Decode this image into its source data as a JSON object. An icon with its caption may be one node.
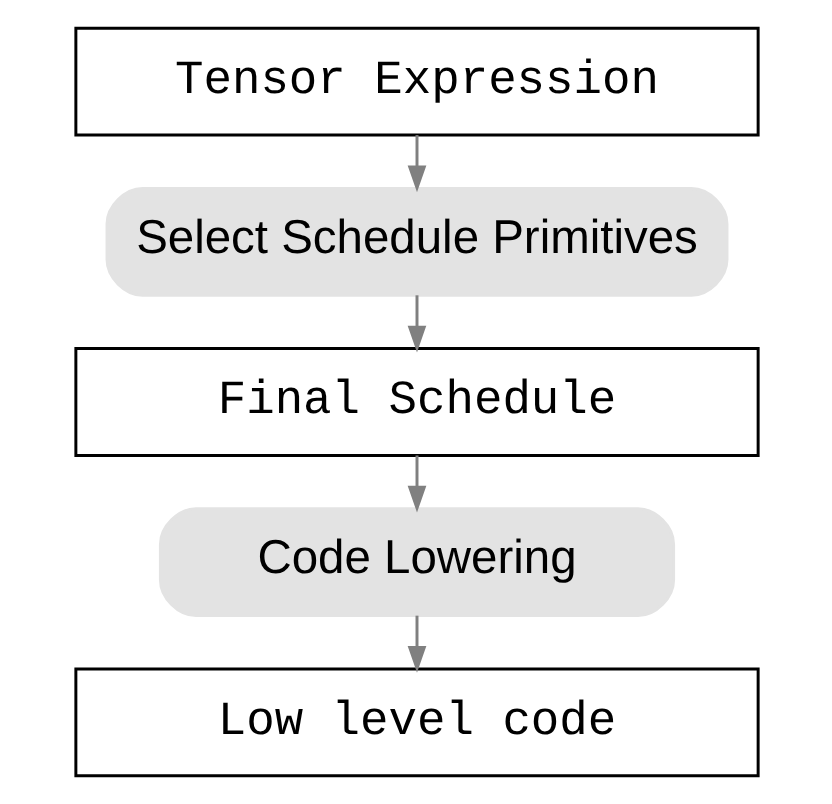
{
  "diagram": {
    "nodes": [
      {
        "text": [
          "Tensor Expression"
        ]
      },
      {
        "text": [
          "Select Schedule Primitives"
        ]
      },
      {
        "text": [
          "Final Schedule"
        ]
      },
      {
        "text": [
          "Code Lowering"
        ]
      },
      {
        "text": [
          "Low level code"
        ]
      }
    ],
    "edges": [
      {
        "from": 0,
        "to": 1,
        "arrow": "to"
      },
      {
        "from": 1,
        "to": 2,
        "arrow": "to"
      },
      {
        "from": 2,
        "to": 3,
        "arrow": "to"
      },
      {
        "from": 3,
        "to": 4,
        "arrow": "to"
      }
    ]
  }
}
